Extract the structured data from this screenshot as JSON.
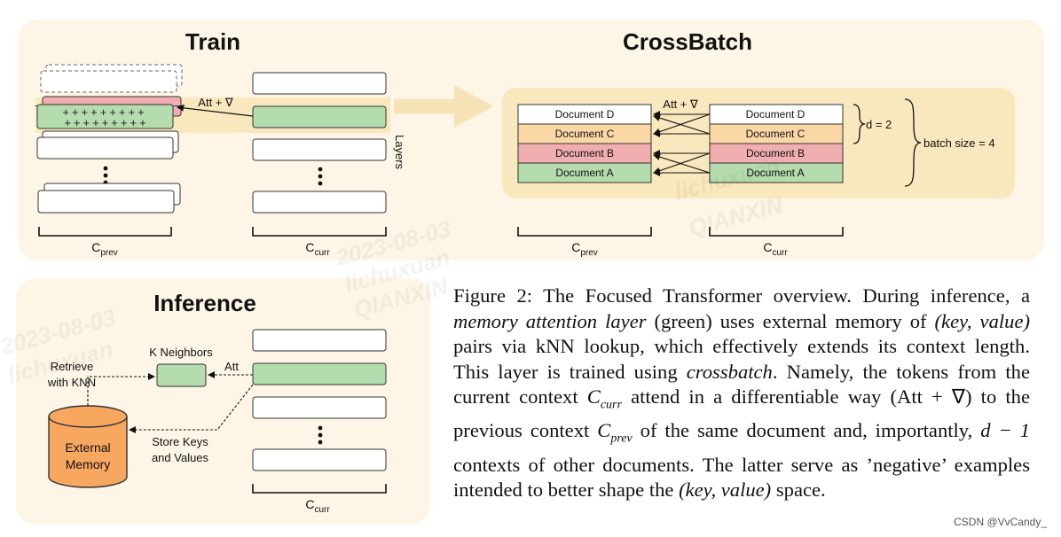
{
  "panels": {
    "train": {
      "title": "Train",
      "attention_label": "Att + ∇",
      "layers_label": "Layers",
      "prev_label": "C",
      "prev_sub": "prev",
      "curr_label": "C",
      "curr_sub": "curr"
    },
    "crossbatch": {
      "title": "CrossBatch",
      "attention_label": "Att + ∇",
      "documents": [
        "Document D",
        "Document C",
        "Document B",
        "Document A"
      ],
      "d_label": "d = 2",
      "batch_label": "batch size = 4",
      "prev_label": "C",
      "prev_sub": "prev",
      "curr_label": "C",
      "curr_sub": "curr"
    },
    "inference": {
      "title": "Inference",
      "neighbors_label": "K Neighbors",
      "att_label": "Att",
      "retrieve_line1": "Retrieve",
      "retrieve_line2": "with KNN",
      "store_line1": "Store Keys",
      "store_line2": "and Values",
      "memory_line1": "External",
      "memory_line2": "Memory",
      "curr_label": "C",
      "curr_sub": "curr"
    }
  },
  "caption": {
    "label": "Figure 2:",
    "t1": " The Focused Transformer overview. During inference, a ",
    "em1": "memory attention layer",
    "t2": " (green) uses external memory of ",
    "em2": "(key, value)",
    "t3": " pairs via kNN lookup, which effectively extends its context length. This layer is trained using ",
    "em3": "crossbatch",
    "t4": ". Namely, the tokens from the current context ",
    "em4": "C",
    "em4_sub": "curr",
    "t5": " attend in a differentiable way (Att + ∇) to the previous context ",
    "em5": "C",
    "em5_sub": "prev",
    "t6": " of the same document and, importantly, ",
    "em6": "d − 1",
    "t7": " contexts of other documents. The latter serve as ’negative’ examples intended to better shape the ",
    "em7": "(key, value)",
    "t8": " space."
  },
  "footer": "CSDN @VvCandy_",
  "watermark": [
    "2023-08-03",
    "lichuxuan",
    "QIANXIN"
  ],
  "colors": {
    "panel_bg": "#fdf6e6",
    "highlight": "#f9e8bd",
    "green": "#b5dcae",
    "red": "#f0aeb0",
    "orange": "#fbd7a6",
    "memory_orange": "#f7a760",
    "arrow_fill": "#f5e2b6"
  }
}
